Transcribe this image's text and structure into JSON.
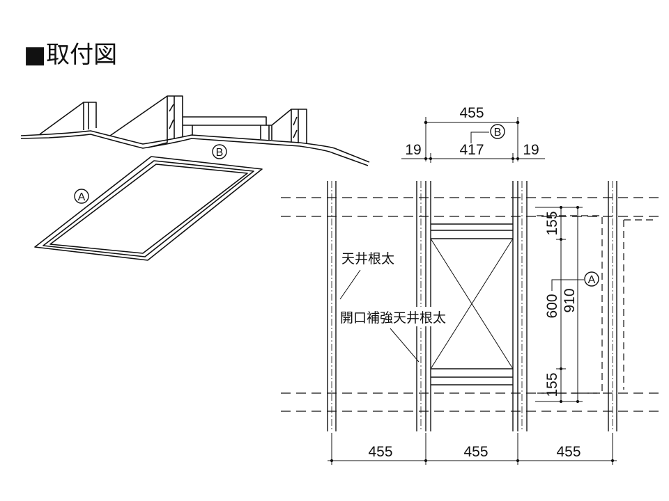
{
  "title": "■取付図",
  "markers": {
    "a": "A",
    "b": "B"
  },
  "labels": {
    "joist": "天井根太",
    "opening_joist": "開口補強天井根太"
  },
  "dimensions": {
    "top_overall": "455",
    "top_left": "19",
    "top_middle": "417",
    "top_right": "19",
    "left_top": "155",
    "left_bottom": "155",
    "inner": "600",
    "outer": "910",
    "bottom_1": "455",
    "bottom_2": "455",
    "bottom_3": "455"
  }
}
